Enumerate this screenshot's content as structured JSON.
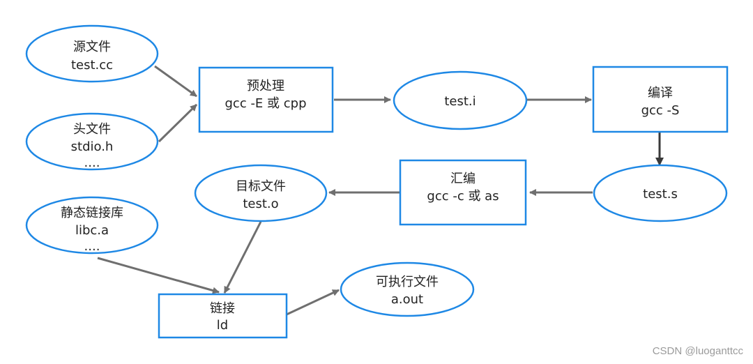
{
  "colors": {
    "stroke": "#1e88e5",
    "edge": "#6f6f6f",
    "edge_dark": "#3a3a3a",
    "text": "#222222"
  },
  "nodes": {
    "source": {
      "line1": "源文件",
      "line2": "test.cc"
    },
    "header": {
      "line1": "头文件",
      "line2": "stdio.h",
      "line3": "...."
    },
    "preprocess": {
      "line1": "预处理",
      "line2": "gcc -E 或 cpp"
    },
    "test_i": {
      "line1": "test.i"
    },
    "compile": {
      "line1": "编译",
      "line2": "gcc -S"
    },
    "test_s": {
      "line1": "test.s"
    },
    "assemble": {
      "line1": "汇编",
      "line2": "gcc -c 或 as"
    },
    "object": {
      "line1": "目标文件",
      "line2": "test.o"
    },
    "static_lib": {
      "line1": "静态链接库",
      "line2": "libc.a",
      "line3": "...."
    },
    "link": {
      "line1": "链接",
      "line2": "ld"
    },
    "executable": {
      "line1": "可执行文件",
      "line2": "a.out"
    }
  },
  "watermark": "CSDN @luoganttcc"
}
